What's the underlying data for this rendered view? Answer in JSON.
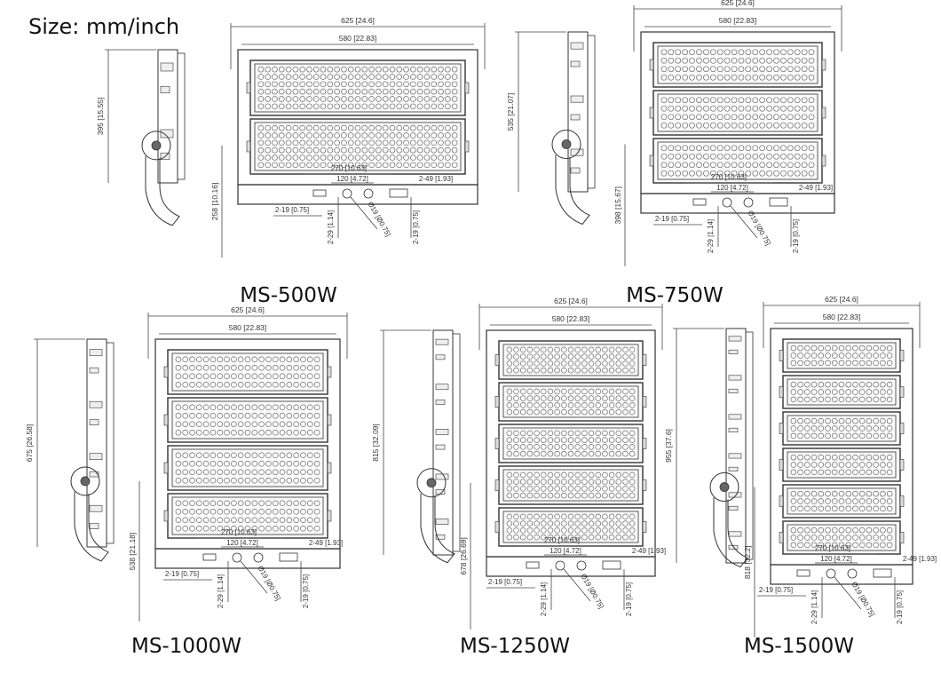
{
  "title": "Size: mm/inch",
  "common": {
    "width_outer": "625 [24.6]",
    "width_inner": "580 [22.83]",
    "span_270": "270 [10.63]",
    "span_120": "120 [4.72]",
    "slot_right": "2-49 [1.93]",
    "slot_left": "2-19 [0.75]",
    "hole_vertical": "2-29 [1.14]",
    "hole_dia": "Ø19 [Ø0.75]",
    "hole_small": "2-19 [0.75]"
  },
  "models": [
    {
      "name": "MS-500W",
      "modules": 2,
      "height": "395 [15.55]",
      "bracket": "258 [10.16]"
    },
    {
      "name": "MS-750W",
      "modules": 3,
      "height": "535 [21.07]",
      "bracket": "398 [15.67]"
    },
    {
      "name": "MS-1000W",
      "modules": 4,
      "height": "675 [26.58]",
      "bracket": "538 [21.18]"
    },
    {
      "name": "MS-1250W",
      "modules": 5,
      "height": "815 [32.09]",
      "bracket": "678 [26.69]"
    },
    {
      "name": "MS-1500W",
      "modules": 6,
      "height": "955 [37.6]",
      "bracket": "818 [32.2]"
    }
  ]
}
